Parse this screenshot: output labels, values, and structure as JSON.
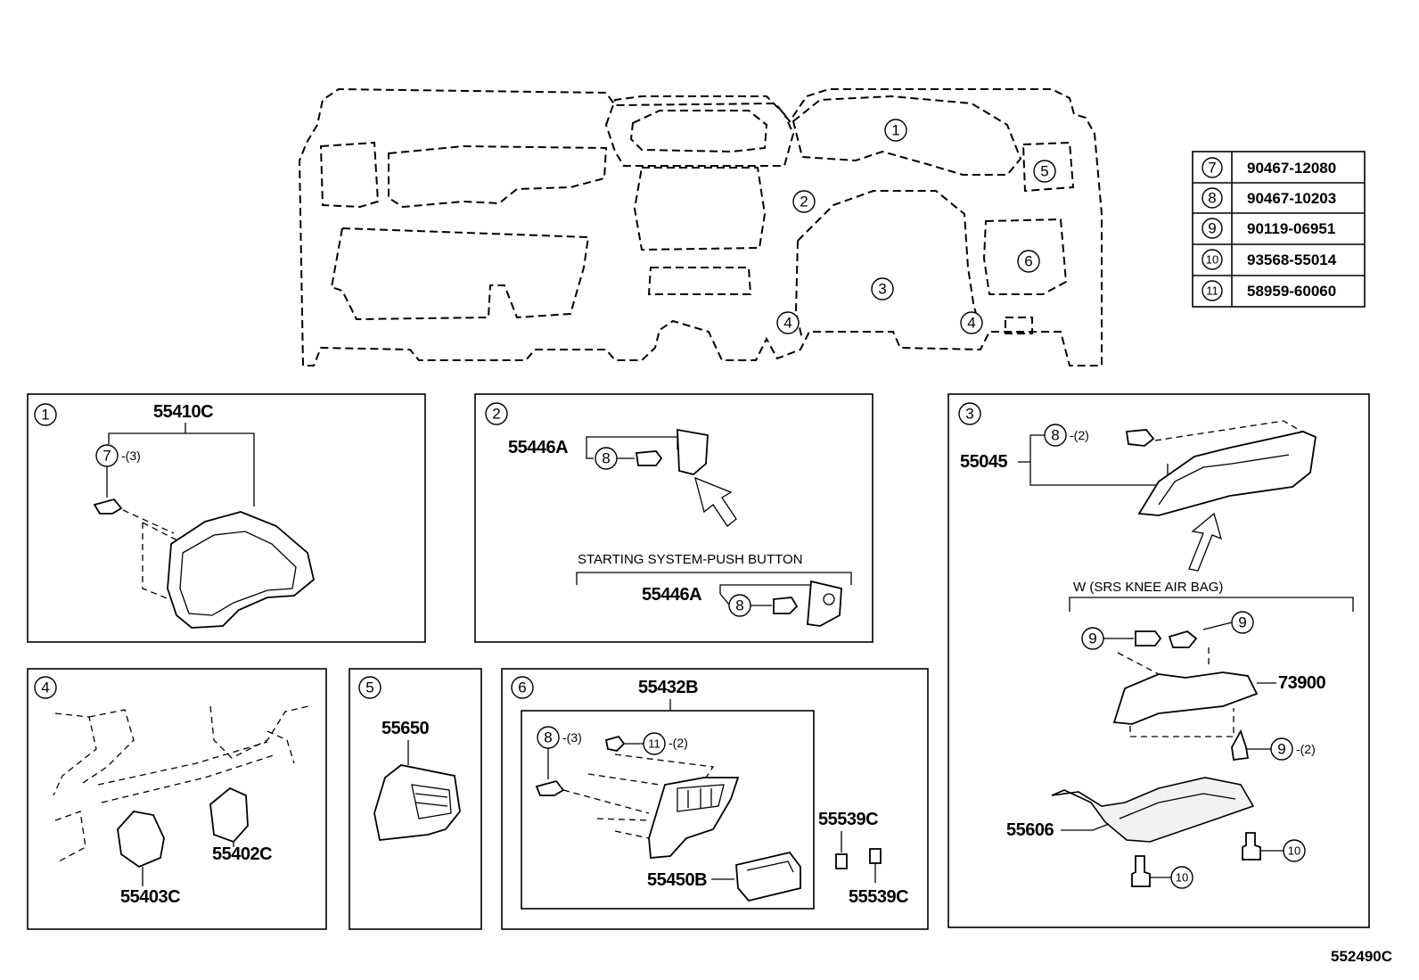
{
  "legend": [
    {
      "ref": "7",
      "part": "90467-12080"
    },
    {
      "ref": "8",
      "part": "90467-10203"
    },
    {
      "ref": "9",
      "part": "90119-06951"
    },
    {
      "ref": "10",
      "part": "93568-55014"
    },
    {
      "ref": "11",
      "part": "58959-60060"
    }
  ],
  "overview": {
    "callouts": [
      "1",
      "2",
      "3",
      "4",
      "4",
      "5",
      "6"
    ]
  },
  "panels": {
    "p1": {
      "ref": "1",
      "part": "55410C",
      "fastener_ref": "7",
      "fastener_qty": "-(3)"
    },
    "p2": {
      "ref": "2",
      "part_a": "55446A",
      "fastener_ref_a": "8",
      "variant_label": "STARTING SYSTEM-PUSH BUTTON",
      "part_b": "55446A",
      "fastener_ref_b": "8"
    },
    "p3": {
      "ref": "3",
      "part_top": "55045",
      "fastener_ref_top": "8",
      "fastener_qty_top": "-(2)",
      "variant_label": "W (SRS KNEE AIR BAG)",
      "screw_ref_left": "9",
      "screw_ref_right": "9",
      "part_airbag": "73900",
      "screw_ref_bottom": "9",
      "screw_qty_bottom": "-(2)",
      "part_bottom": "55606",
      "bolt_ref_left": "10",
      "bolt_ref_right": "10"
    },
    "p4": {
      "ref": "4",
      "part_a": "55402C",
      "part_b": "55403C"
    },
    "p5": {
      "ref": "5",
      "part": "55650"
    },
    "p6": {
      "ref": "6",
      "part_main": "55432B",
      "fastener_ref_a": "8",
      "fastener_qty_a": "-(3)",
      "fastener_ref_b": "11",
      "fastener_qty_b": "-(2)",
      "part_box": "55450B",
      "part_clip_a": "55539C",
      "part_clip_b": "55539C"
    }
  },
  "illustration_code": "552490C"
}
